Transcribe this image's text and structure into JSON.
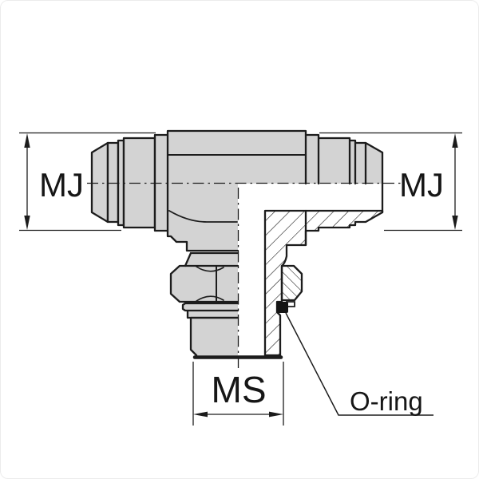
{
  "drawing": {
    "kind": "tee-fitting-section-drawing",
    "labels": {
      "left_port": "MJ",
      "right_port": "MJ",
      "bottom_stud": "MS",
      "oring": "O-ring"
    },
    "colors": {
      "part_fill": "#d3d3d3",
      "line": "#1c1c1c",
      "background": "#ffffff",
      "oring_fill": "#141414",
      "text": "#161616"
    }
  }
}
